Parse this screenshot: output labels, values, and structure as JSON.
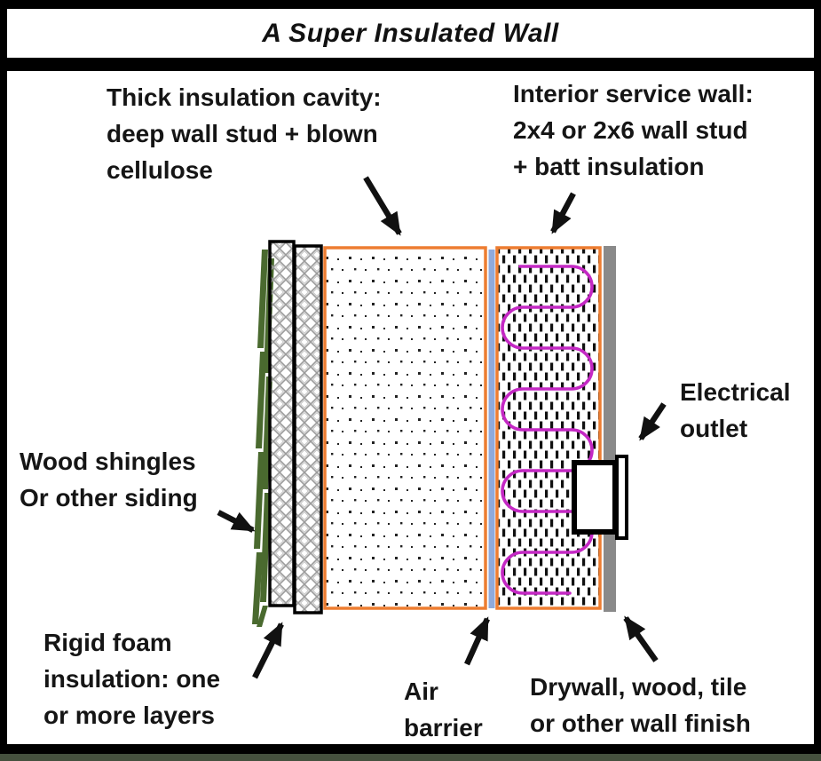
{
  "title": "A Super Insulated Wall",
  "labels": {
    "insulation_cavity": "Thick insulation cavity:\ndeep wall stud + blown\ncellulose",
    "service_wall": "Interior service wall:\n2x4 or 2x6 wall stud\n+ batt insulation",
    "electrical_outlet": "Electrical\noutlet",
    "siding": "Wood shingles\nOr other siding",
    "rigid_foam": "Rigid foam\ninsulation: one\nor more layers",
    "air_barrier": "Air\nbarrier",
    "wall_finish": "Drywall, wood, tile\nor other wall finish"
  },
  "diagram_layers": [
    "wood-shingles-siding",
    "rigid-foam-insulation-layer-1",
    "rigid-foam-insulation-layer-2",
    "blown-cellulose-cavity",
    "air-barrier",
    "batt-insulation-service-wall",
    "drywall-finish",
    "electrical-outlet"
  ],
  "colors": {
    "frame": "#000000",
    "panel_background": "#ffffff",
    "stud_wall_border": "#ED7D31",
    "air_barrier": "#8FAADC",
    "batt_coil": "#C428C4",
    "shingles_green": "#4A6A2F",
    "drywall_gray": "#8A8A8A",
    "bottom_strip": "#45513E",
    "text": "#151515"
  }
}
